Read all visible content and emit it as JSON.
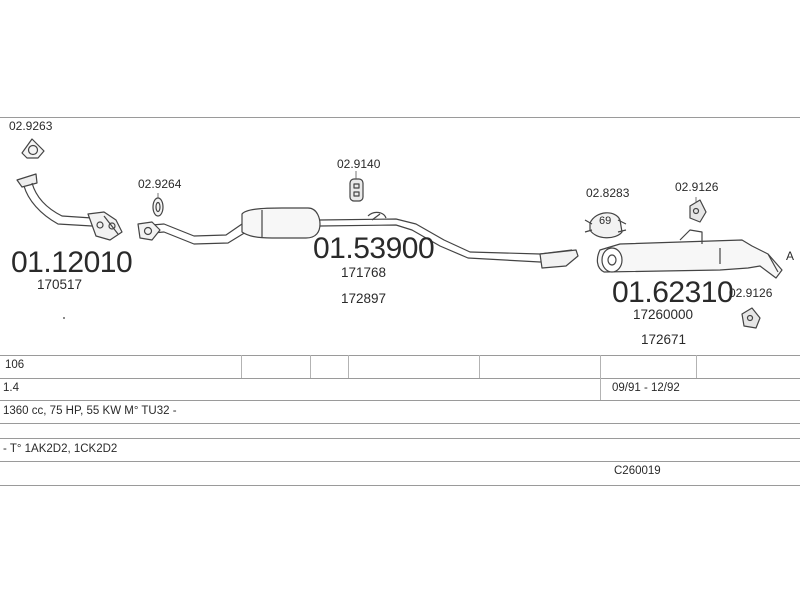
{
  "parts": {
    "gasket_top": "02.9263",
    "gasket_front": "02.9264",
    "front_pipe_number": "01.12010",
    "front_pipe_ref": "170517",
    "hanger_mid": "02.9140",
    "middle_number": "01.53900",
    "middle_ref_1": "171768",
    "middle_ref_2": "172897",
    "clamp": "02.8283",
    "clamp_size": "69",
    "hanger_rear_top": "02.9126",
    "rear_number": "01.62310",
    "rear_ref_1": "17260000",
    "rear_ref_2": "172671",
    "hanger_rear_bottom": "02.9126",
    "tail_marker": "A"
  },
  "info_rows": {
    "model": "106",
    "engine": "1.4",
    "years": "09/91 - 12/92",
    "spec": "1360 cc, 75 HP, 55 KW M° TU32 -",
    "types": "- T° 1AK2D2, 1CK2D2",
    "code": "C260019"
  }
}
